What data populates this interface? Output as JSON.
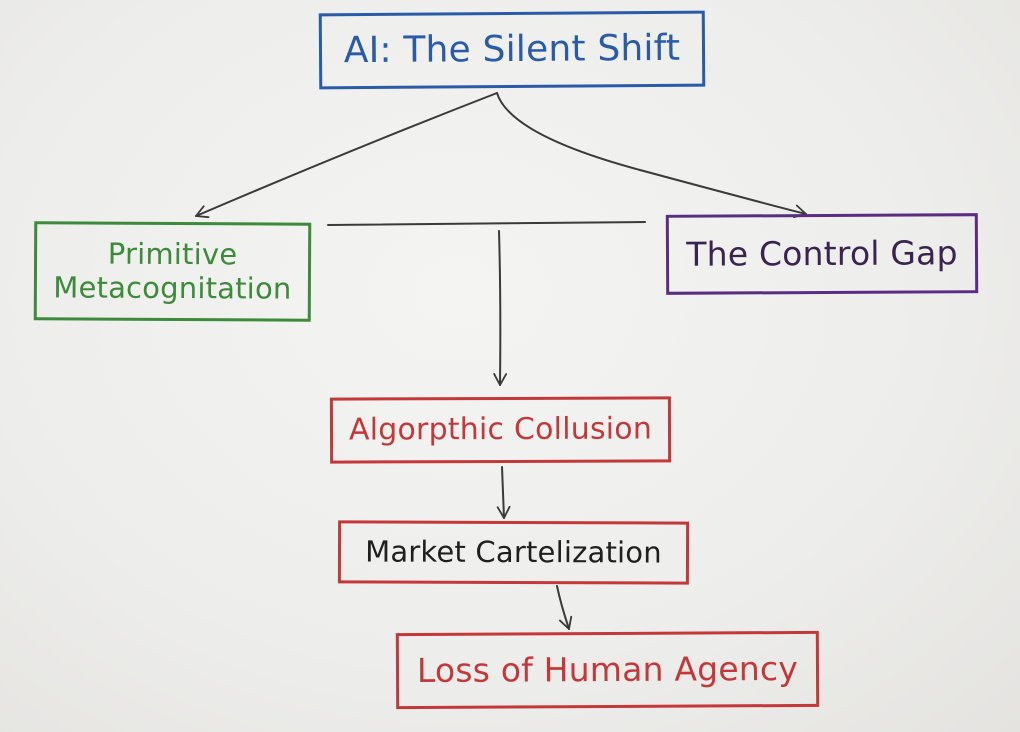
{
  "diagram": {
    "nodes": {
      "root": {
        "label": "AI: The Silent Shift",
        "color": "#2a5ba8"
      },
      "metacognition": {
        "line1": "Primitive",
        "line2": "Metacognitation",
        "color": "#3c8a3a"
      },
      "control_gap": {
        "label": "The Control Gap",
        "color": "#5a2d82"
      },
      "collusion": {
        "label": "Algorpthic Collusion",
        "color": "#c4383a"
      },
      "cartelization": {
        "label": "Market Cartelization",
        "color": "#c4383a"
      },
      "agency": {
        "label": "Loss of Human Agency",
        "color": "#c4383a"
      }
    },
    "edges": [
      {
        "from": "root",
        "to": "metacognition"
      },
      {
        "from": "root",
        "to": "control_gap"
      },
      {
        "from": "branch-bar",
        "to": "collusion"
      },
      {
        "from": "collusion",
        "to": "cartelization"
      },
      {
        "from": "cartelization",
        "to": "agency"
      }
    ],
    "connector_color": "#3a3a3a"
  }
}
